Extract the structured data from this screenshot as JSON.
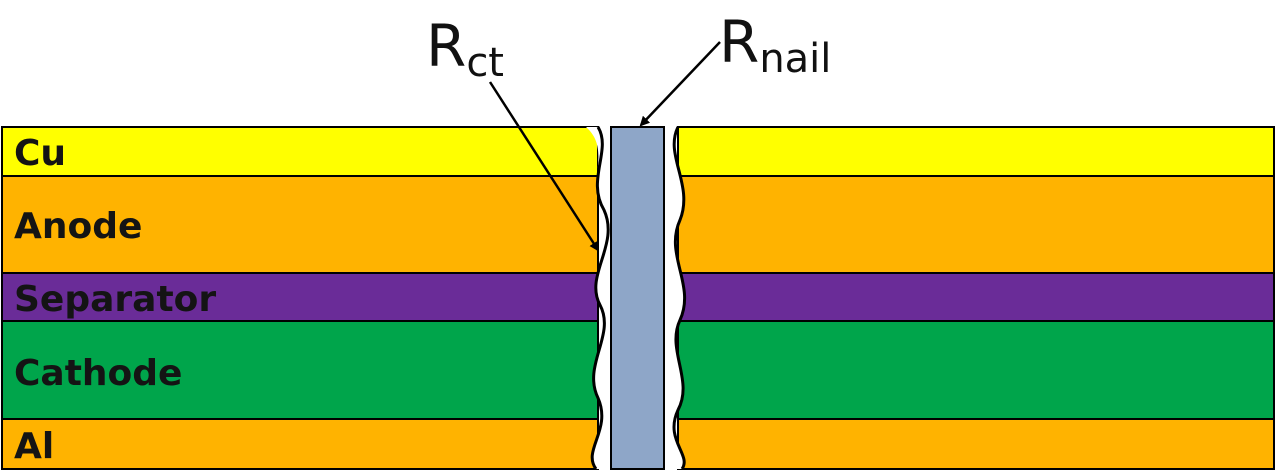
{
  "layers": [
    {
      "label": "Cu",
      "color": "#FFFF00"
    },
    {
      "label": "Anode",
      "color": "#FFB300"
    },
    {
      "label": "Separator",
      "color": "#6A2C98"
    },
    {
      "label": "Cathode",
      "color": "#00A54B"
    },
    {
      "label": "Al",
      "color": "#FFB300"
    }
  ],
  "nail": {
    "color": "#8EA6C8"
  },
  "callouts": {
    "rct": {
      "main": "R",
      "sub": "ct"
    },
    "rnail": {
      "main": "R",
      "sub": "nail"
    }
  }
}
